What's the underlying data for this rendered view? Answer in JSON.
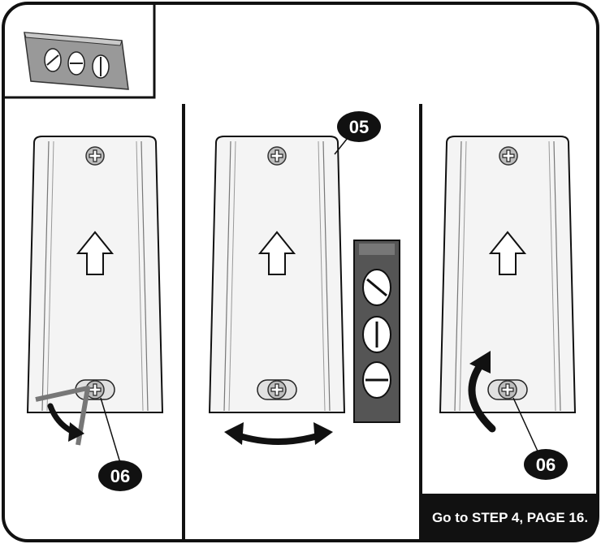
{
  "callouts": {
    "panel_center": "05",
    "panel_left": "06",
    "panel_right": "06"
  },
  "footer": {
    "text": "Go to STEP 4, PAGE 16."
  },
  "colors": {
    "frame": "#111111",
    "cover_fill": "#f4f4f4",
    "screw_fill": "#bdbdbd",
    "level_fill": "#555555",
    "arrow_fill": "#111111",
    "footer_bg": "#111111"
  },
  "icons": {
    "inset": "spirit-level-icon",
    "hex_key": "hex-key-icon",
    "rotate_ccw": "rotate-arrow-icon",
    "slide": "double-arrow-icon"
  }
}
